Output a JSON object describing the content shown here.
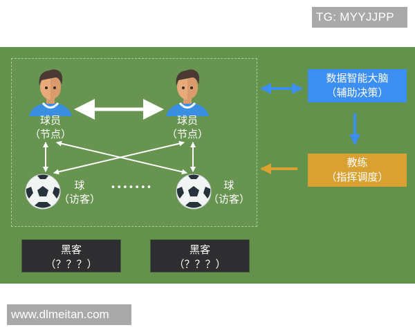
{
  "watermarks": {
    "top_right": "TG: MYYJJPP",
    "bottom_left": "www.dlmeitan.com"
  },
  "diagram": {
    "background_color": "#63924c",
    "players": [
      {
        "title": "球员",
        "subtitle": "（节点）"
      },
      {
        "title": "球员",
        "subtitle": "（节点）"
      }
    ],
    "balls": [
      {
        "title": "球",
        "subtitle": "（访客）"
      },
      {
        "title": "球",
        "subtitle": "（访客）"
      }
    ],
    "ellipsis": "•••••••",
    "brain_box": {
      "title": "数据智能大脑",
      "subtitle": "（辅助决策）",
      "color": "#3c8ff0"
    },
    "coach_box": {
      "title": "教练",
      "subtitle": "（指挥调度）",
      "color": "#d9a032"
    },
    "hackers": [
      {
        "title": "黑客",
        "subtitle": "（？？？）"
      },
      {
        "title": "黑客",
        "subtitle": "（？？？）"
      }
    ],
    "arrow_colors": {
      "white": "#ffffff",
      "blue": "#3c8ff0",
      "gold": "#d9a032"
    }
  }
}
